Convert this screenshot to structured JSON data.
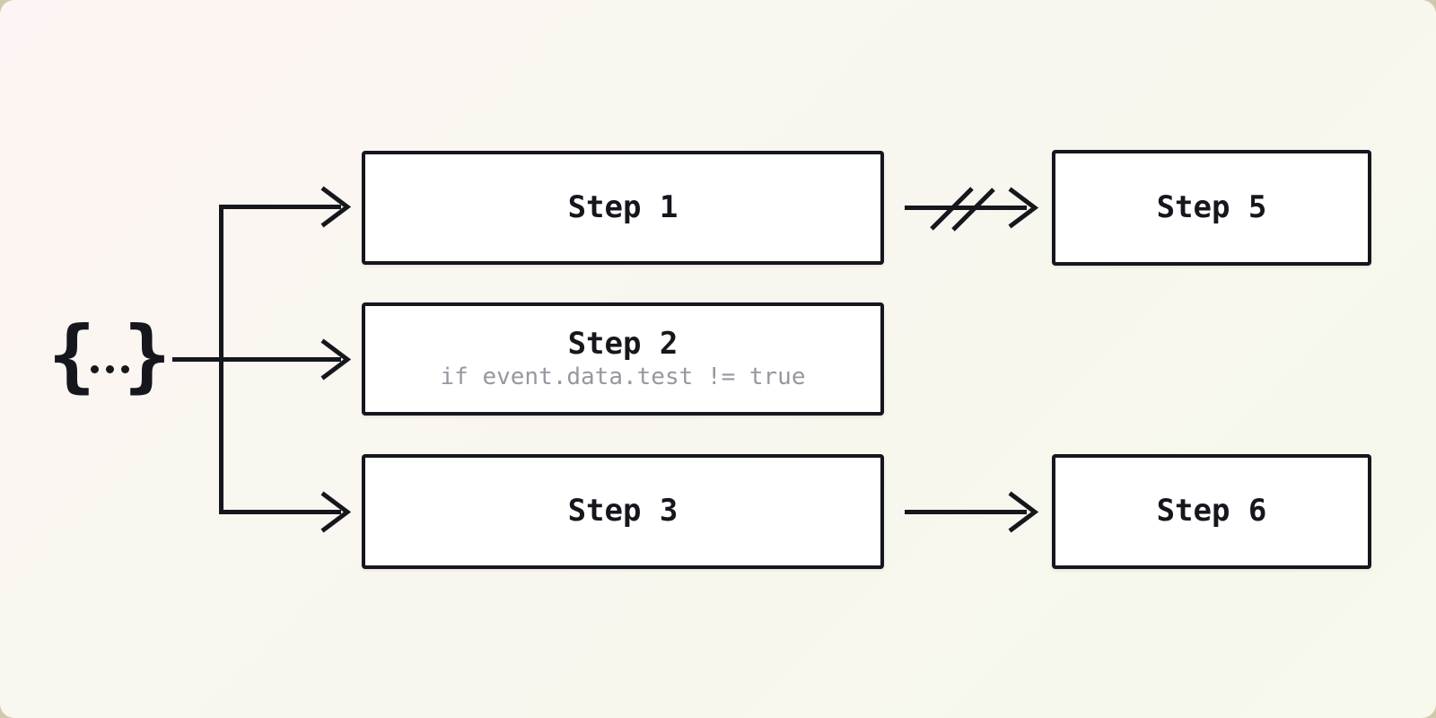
{
  "diagram": {
    "type": "workflow",
    "colors": {
      "outer_background": "#d0caab",
      "canvas_gradient_start": "#fdf5f3",
      "canvas_gradient_end": "#f6f9ec",
      "ink": "#16161d",
      "muted_text": "#9797a1",
      "node_fill": "#ffffff"
    },
    "event_source": {
      "symbol": "{...}",
      "brace_left": "{",
      "dots": "...",
      "brace_right": "}"
    },
    "nodes": [
      {
        "id": "step1",
        "label": "Step 1"
      },
      {
        "id": "step2",
        "label": "Step 2",
        "condition": "if event.data.test != true"
      },
      {
        "id": "step3",
        "label": "Step 3"
      },
      {
        "id": "step5",
        "label": "Step 5"
      },
      {
        "id": "step6",
        "label": "Step 6"
      }
    ],
    "edges": [
      {
        "from": "event",
        "to": "step1",
        "style": "arrow"
      },
      {
        "from": "event",
        "to": "step2",
        "style": "arrow"
      },
      {
        "from": "event",
        "to": "step3",
        "style": "arrow"
      },
      {
        "from": "step1",
        "to": "step5",
        "style": "arrow-cancelled"
      },
      {
        "from": "step3",
        "to": "step6",
        "style": "arrow"
      }
    ]
  }
}
